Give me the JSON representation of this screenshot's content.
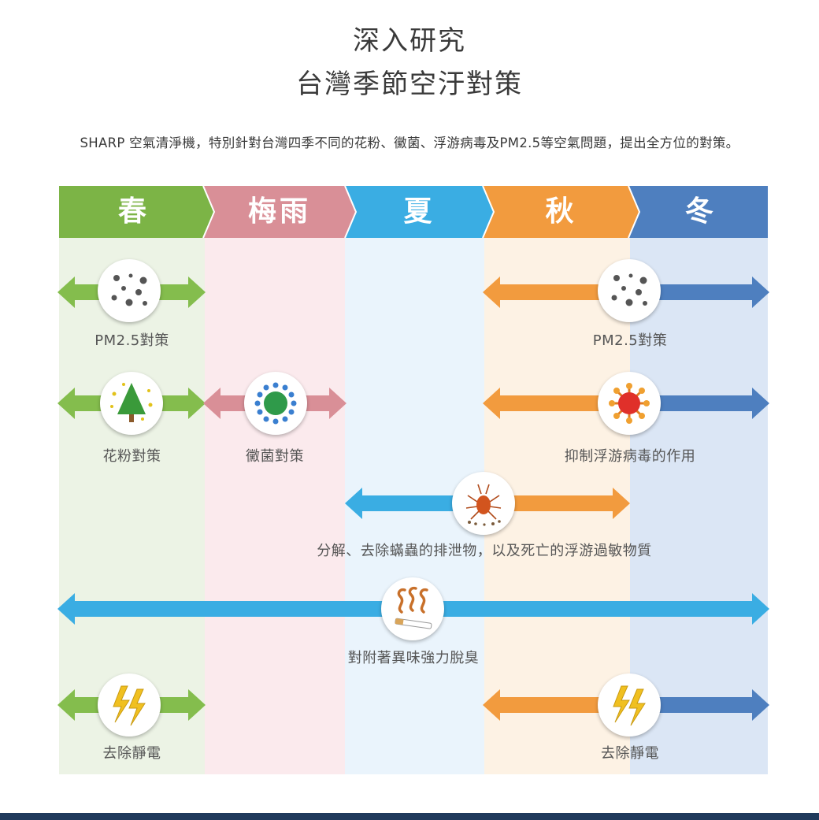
{
  "title_line1": "深入研究",
  "title_line2": "台灣季節空汙對策",
  "subtitle": "SHARP 空氣清淨機，特別針對台灣四季不同的花粉、黴菌、浮游病毒及PM2.5等空氣問題，提出全方位的對策。",
  "seasons": [
    {
      "label": "春",
      "color": "#7cb446",
      "bg": "#ecf3e5"
    },
    {
      "label": "梅雨",
      "color": "#d98f97",
      "bg": "#fbeaed"
    },
    {
      "label": "夏",
      "color": "#3aade3",
      "bg": "#eaf4fc"
    },
    {
      "label": "秋",
      "color": "#f29b3e",
      "bg": "#fdf2e4"
    },
    {
      "label": "冬",
      "color": "#4e7fbf",
      "bg": "#dbe6f5"
    }
  ],
  "measures": {
    "pm25_spring": "PM2.5對策",
    "pm25_autumn": "PM2.5對策",
    "pollen": "花粉對策",
    "mold": "黴菌對策",
    "virus": "抑制浮游病毒的作用",
    "mite": "分解、去除蟎蟲的排泄物，以及死亡的浮游過敏物質",
    "odor": "對附著異味強力脫臭",
    "static_spring": "去除靜電",
    "static_autumn": "去除靜電"
  },
  "icons": {
    "pm25": "particles-icon",
    "pollen": "tree-pollen-icon",
    "mold": "mold-spore-icon",
    "virus": "virus-icon",
    "mite": "mite-icon",
    "odor": "cigarette-smoke-icon",
    "static": "lightning-icon"
  }
}
